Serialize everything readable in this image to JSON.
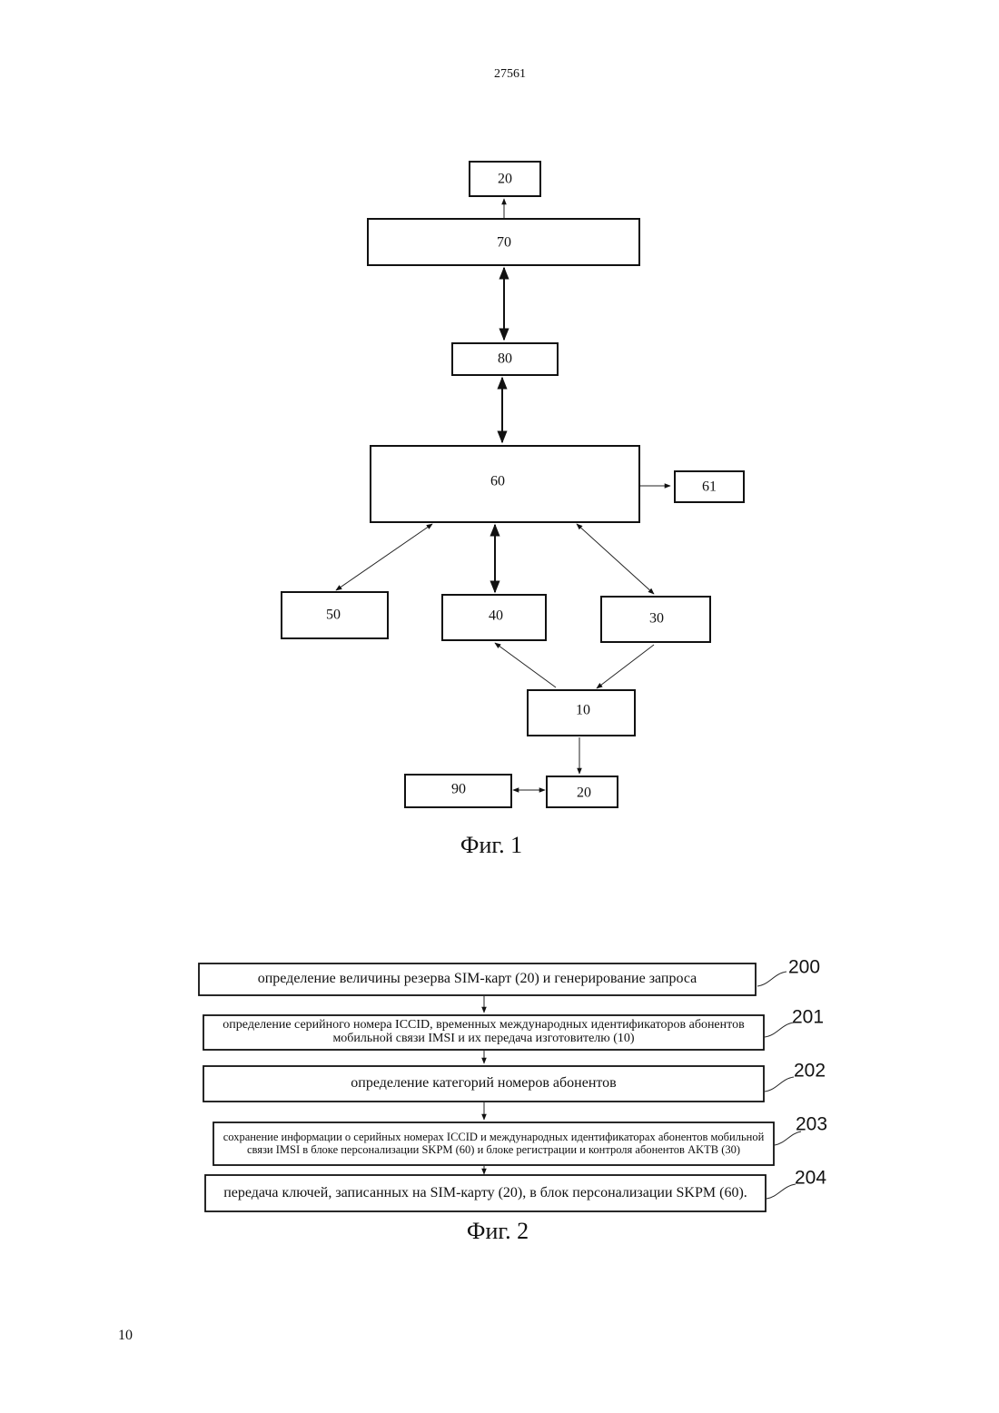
{
  "header": {
    "doc_number": "27561"
  },
  "footer": {
    "page_number": "10"
  },
  "fig1": {
    "caption": "Фиг. 1",
    "blocks": {
      "b20_top": "20",
      "b70": "70",
      "b80": "80",
      "b60": "60",
      "b61": "61",
      "b50": "50",
      "b40": "40",
      "b30": "30",
      "b10": "10",
      "b90": "90",
      "b20_bottom": "20"
    }
  },
  "fig2": {
    "caption": "Фиг. 2",
    "steps": [
      {
        "ref": "200",
        "text": "определение величины резерва SIM-карт (20) и генерирование запроса"
      },
      {
        "ref": "201",
        "text": "определение серийного номера ICCID, временных международных идентификаторов абонентов мобильной связи IMSI и их передача изготовителю (10)"
      },
      {
        "ref": "202",
        "text": "определение категорий номеров абонентов"
      },
      {
        "ref": "203",
        "text": "сохранение информации о серийных номерах ICCID и международных идентификаторах абонентов мобильной связи IMSI в блоке персонализации SKPM (60) и блоке регистрации и контроля абонентов AKTB (30)"
      },
      {
        "ref": "204",
        "text": "передача ключей, записанных на SIM-карту (20), в блок персонализации SKPM (60)."
      }
    ]
  }
}
